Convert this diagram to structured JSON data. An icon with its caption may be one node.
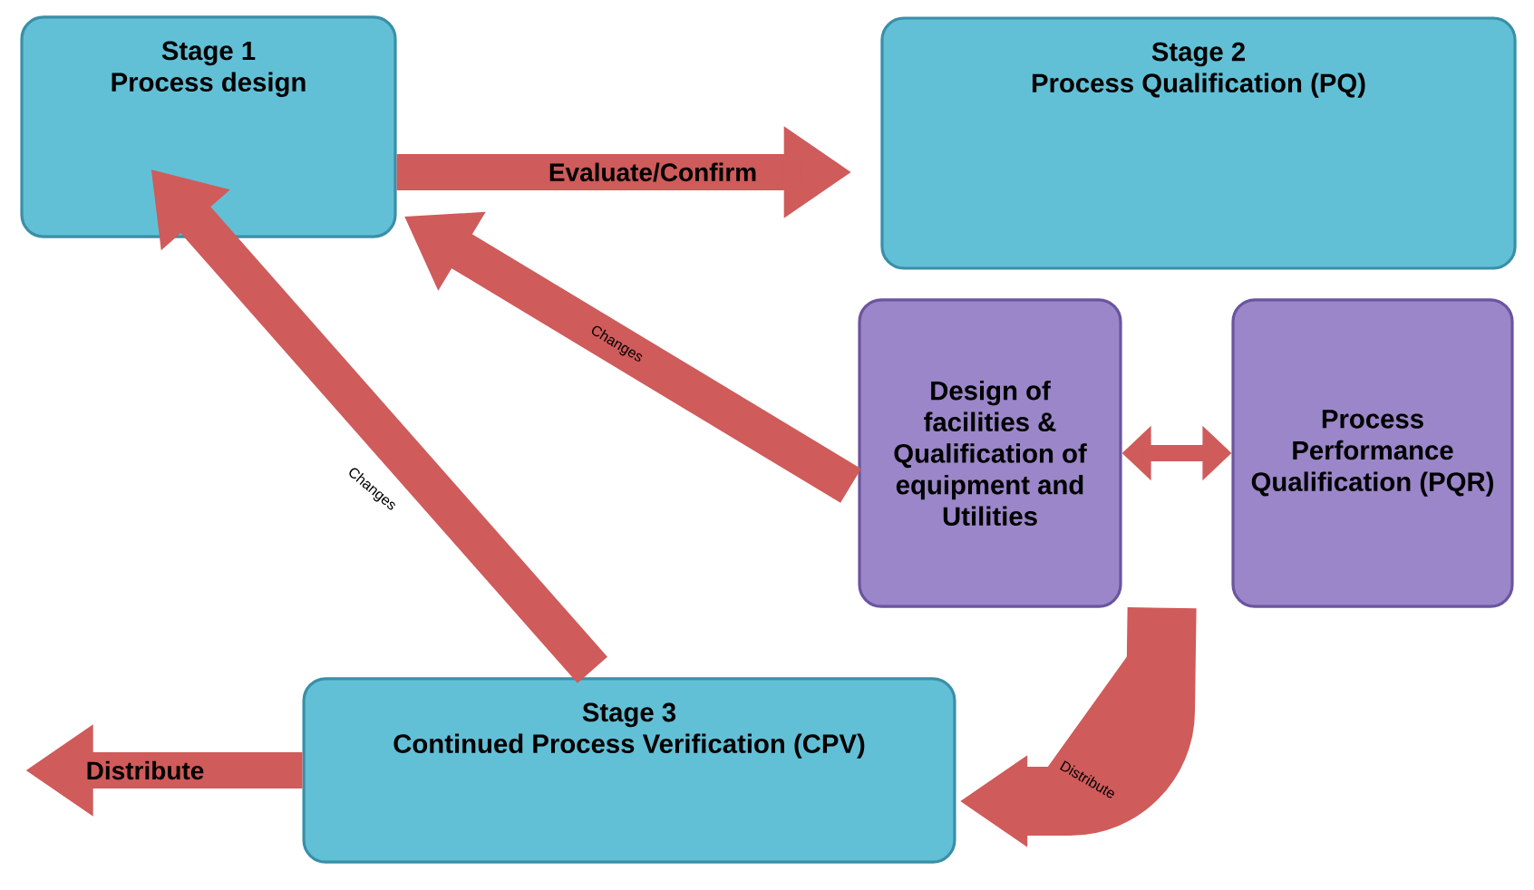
{
  "diagram": {
    "nodes": [
      {
        "text": [
          "Stage 1",
          "Process design"
        ]
      },
      {
        "text": [
          "Stage 2",
          "Process Qualification (PQ)"
        ]
      },
      {
        "text": [
          "Design of facilities & Qualification of equipment and Utilities"
        ]
      },
      {
        "text": [
          "Process Performance Qualification (PQR)"
        ]
      },
      {
        "text": [
          "Stage 3",
          "Continued Process Verification (CPV)"
        ]
      }
    ],
    "edges": [
      {
        "from": 0,
        "to": 1,
        "arrow": "to",
        "label": "Evaluate/Confirm"
      },
      {
        "from": 2,
        "to": 0,
        "arrow": "to",
        "label": "Changes"
      },
      {
        "from": 4,
        "to": 0,
        "arrow": "to",
        "label": "Changes"
      },
      {
        "from": 2,
        "to": 3,
        "arrow": "both"
      },
      {
        "from": 2,
        "to": 4,
        "arrow": "to",
        "label": "Distribute",
        "style": "thick"
      },
      {
        "from": 4,
        "to": null,
        "arrow": "to",
        "label": "Distribute"
      }
    ]
  }
}
